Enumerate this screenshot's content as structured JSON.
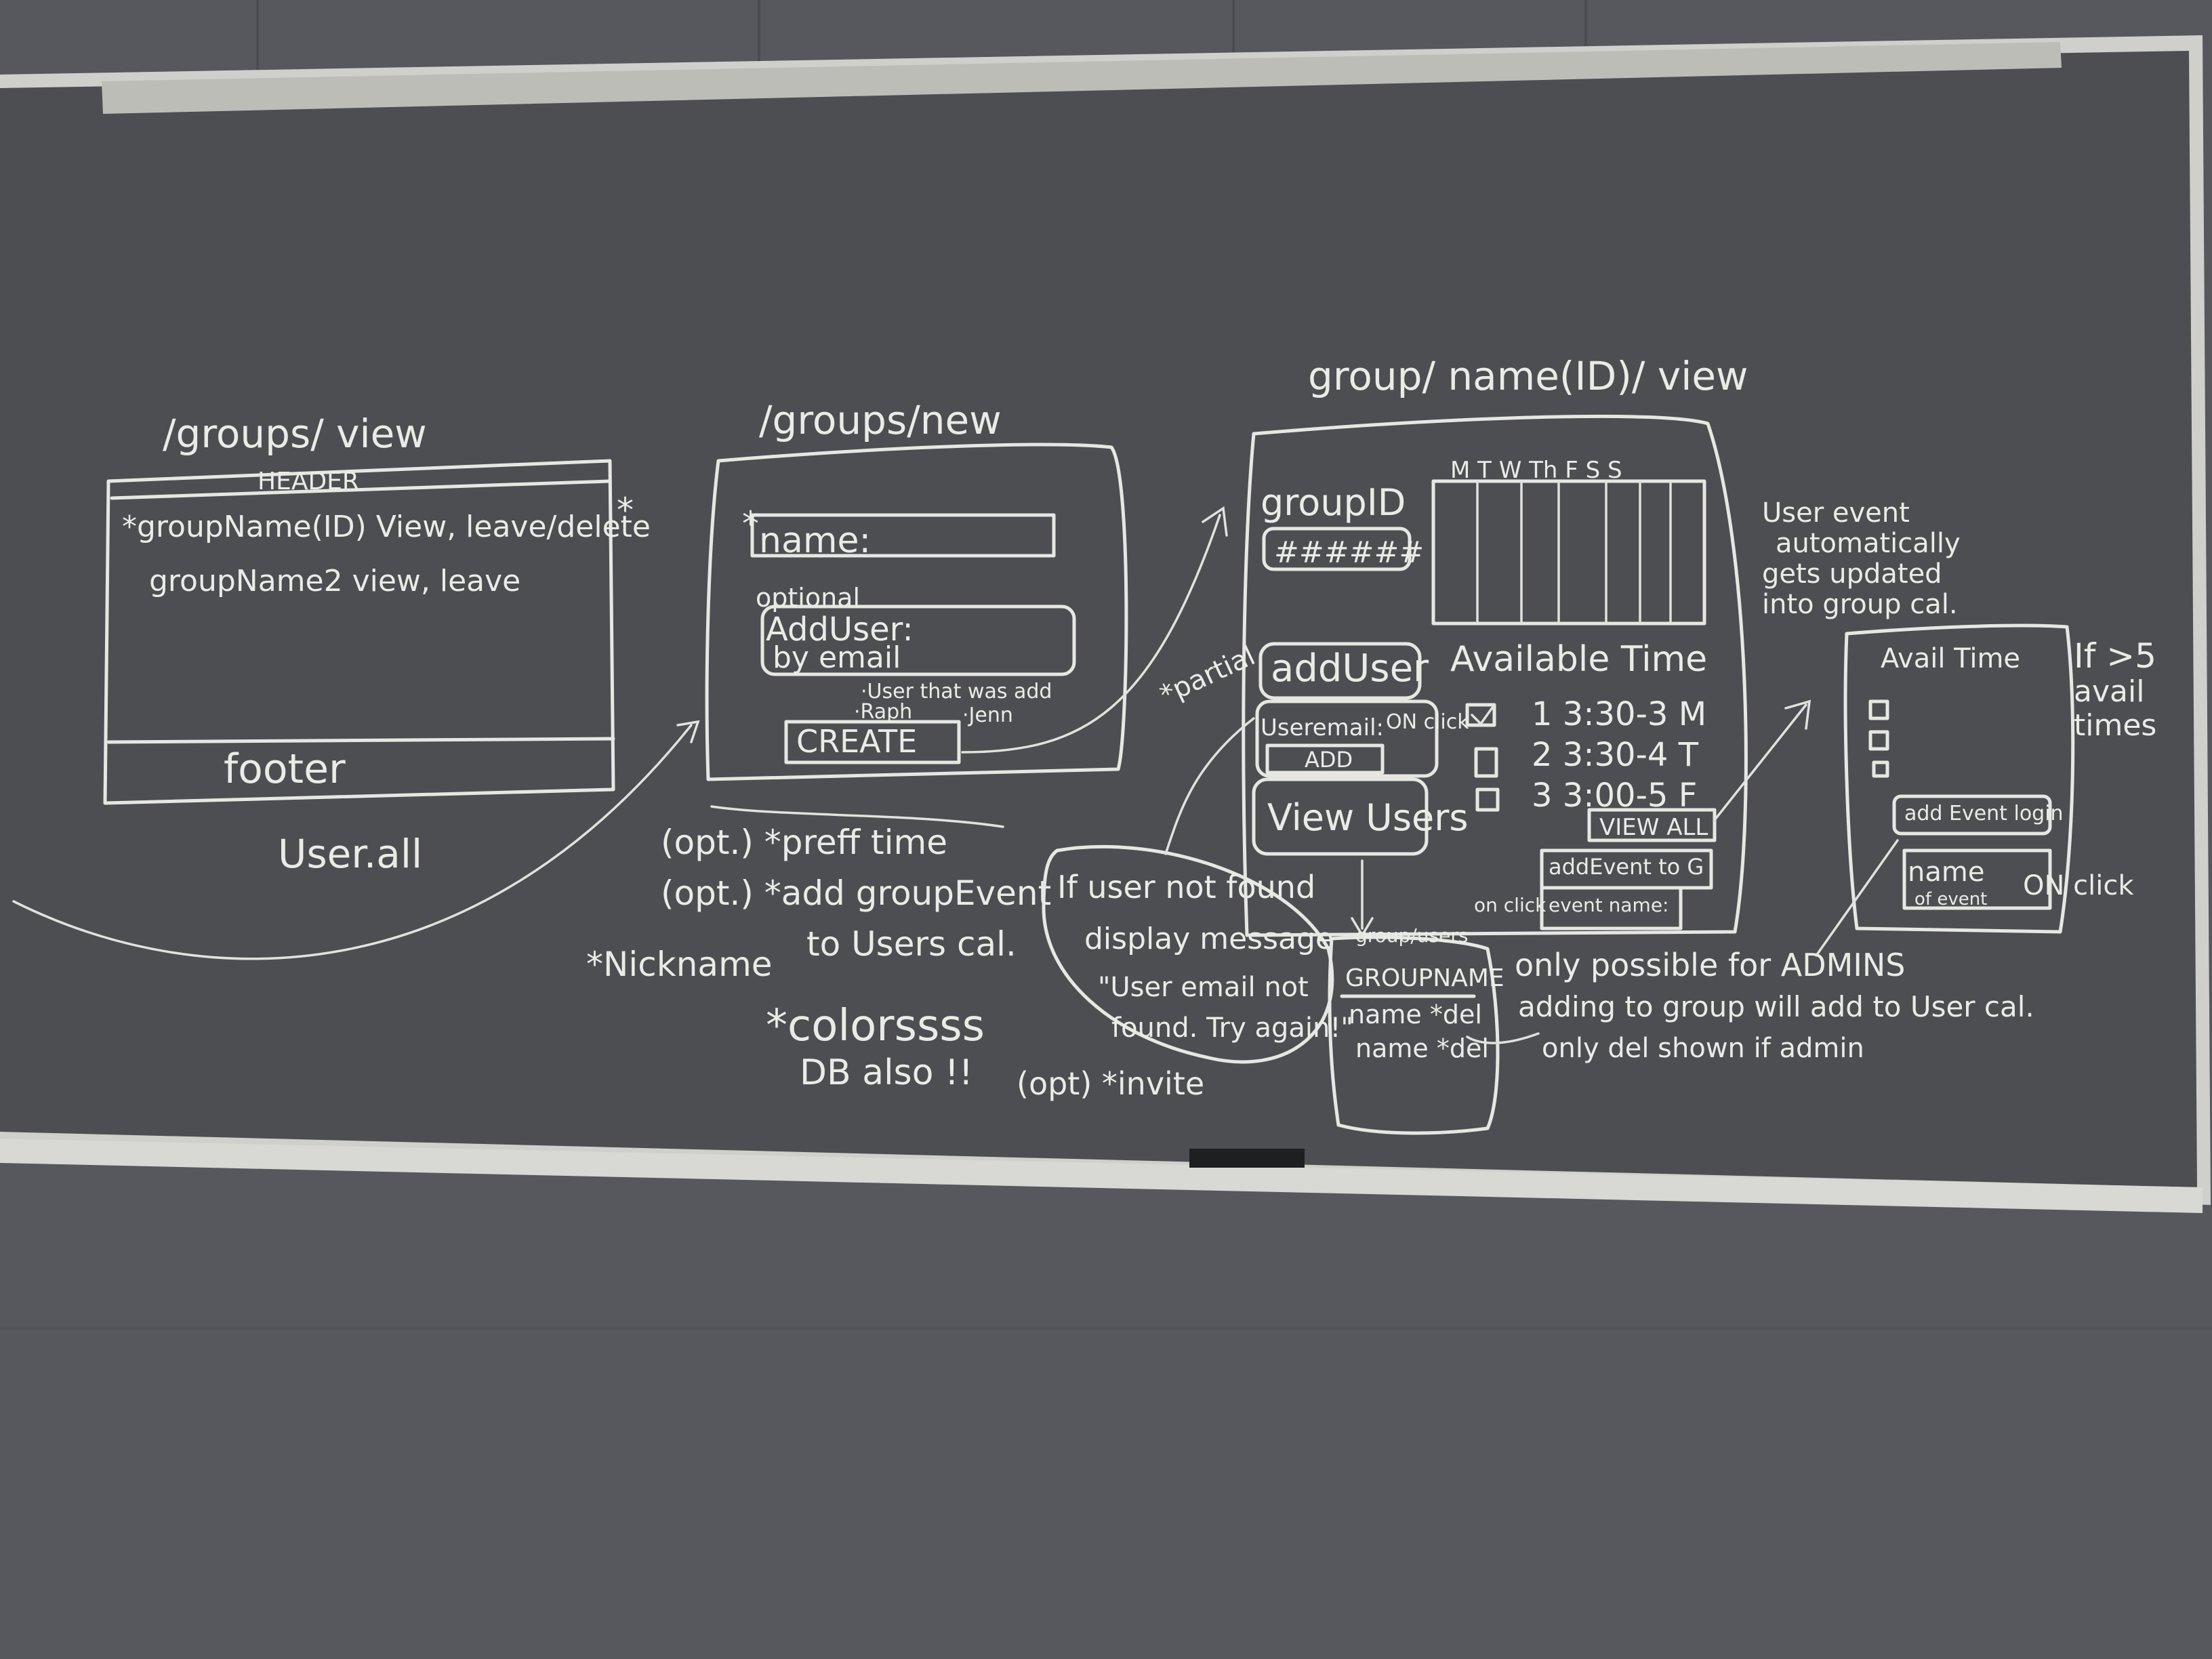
{
  "board": {
    "wall_color": "#56585d",
    "board_color": "#4c4e52",
    "frame_color": "#cfcfcb",
    "chalk_color": "#ebebe6"
  },
  "groups_view": {
    "route": "/groups/ view",
    "header": "HEADER",
    "row1": "*groupName(ID) View, leave/delete",
    "row2": "groupName2   view, leave",
    "footer": "footer",
    "star": "*",
    "user_all": "User.all"
  },
  "groups_new": {
    "route": "/groups/new",
    "name_label": "name:",
    "star": "*",
    "optional": "optional",
    "add_user": "AddUser:",
    "by_email": "by email",
    "note1": "·User that was add",
    "note2": "·Raph",
    "note3": "·Jenn",
    "create": "CREATE"
  },
  "group_name_view": {
    "route": "group/ name(ID)/ view",
    "group_id": "groupID",
    "group_id_value": "######",
    "days": "M T W Th F S S",
    "add_user": "addUser",
    "user_email": "Useremail:",
    "on_click": "ON click",
    "add_button": "ADD",
    "view_users": "View Users",
    "partial": "*partial",
    "available_time": "Available Time",
    "slot1": "1  3:30-3 M",
    "slot2": "2  3:30-4 T",
    "slot3": "3  3:00-5 F",
    "view_all": "VIEW ALL",
    "add_event": "addEvent to G",
    "on_click_2": "on click",
    "event_name": "event name:",
    "users_route": "group/users",
    "groupname": "GROUPNAME",
    "member1": "name  *del",
    "member2": "name  *del"
  },
  "notes": {
    "auto_update_1": "User event",
    "auto_update_2": "automatically",
    "auto_update_3": "gets updated",
    "auto_update_4": "into group cal.",
    "pref_time": "(opt.) *preff time",
    "add_group_event_1": "(opt.) *add groupEvent",
    "add_group_event_2": "to Users cal.",
    "nickname": "*Nickname",
    "colors": "*colorssss",
    "db_also": "DB also !!",
    "invite": "(opt) *invite",
    "not_found_1": "If user not found",
    "not_found_2": "display message",
    "not_found_3": "\"User email not",
    "not_found_4": "found. Try again!\"",
    "admins_1": "only possible for ADMINS",
    "admins_2": "adding to group will add to User cal.",
    "admins_3": "only del shown if admin",
    "gt5_1": "If >5",
    "gt5_2": "avail",
    "gt5_3": "times"
  },
  "avail_panel": {
    "title": "Avail Time",
    "add_event_login": "add Event login",
    "name": "name",
    "of_event": "of event",
    "on_click": "ON click"
  }
}
